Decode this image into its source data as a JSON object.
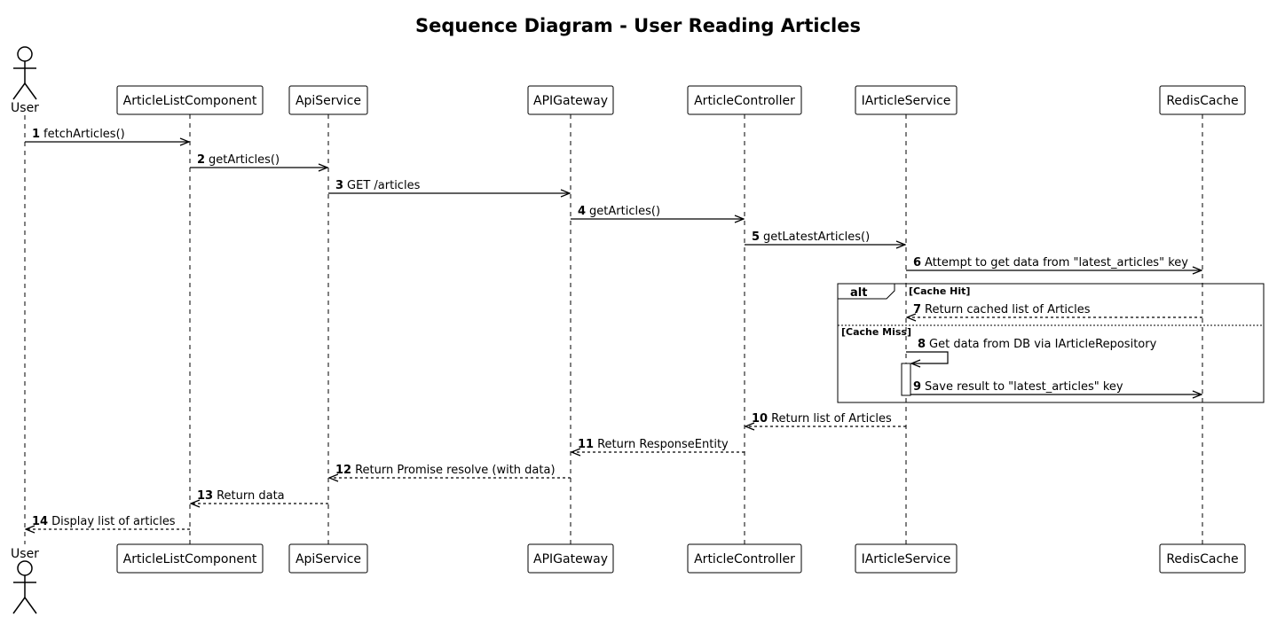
{
  "title": "Sequence Diagram - User Reading Articles",
  "participants": [
    {
      "id": "user",
      "name": "User",
      "kind": "actor"
    },
    {
      "id": "alc",
      "name": "ArticleListComponent",
      "kind": "participant"
    },
    {
      "id": "api",
      "name": "ApiService",
      "kind": "participant"
    },
    {
      "id": "gw",
      "name": "APIGateway",
      "kind": "participant"
    },
    {
      "id": "ctrl",
      "name": "ArticleController",
      "kind": "participant"
    },
    {
      "id": "svc",
      "name": "IArticleService",
      "kind": "participant"
    },
    {
      "id": "redis",
      "name": "RedisCache",
      "kind": "participant"
    }
  ],
  "messages": [
    {
      "num": "1",
      "label": "fetchArticles()",
      "from": "user",
      "to": "alc",
      "type": "sync"
    },
    {
      "num": "2",
      "label": "getArticles()",
      "from": "alc",
      "to": "api",
      "type": "sync"
    },
    {
      "num": "3",
      "label": "GET /articles",
      "from": "api",
      "to": "gw",
      "type": "sync"
    },
    {
      "num": "4",
      "label": "getArticles()",
      "from": "gw",
      "to": "ctrl",
      "type": "sync"
    },
    {
      "num": "5",
      "label": "getLatestArticles()",
      "from": "ctrl",
      "to": "svc",
      "type": "sync"
    },
    {
      "num": "6",
      "label": "Attempt to get data from \"latest_articles\" key",
      "from": "svc",
      "to": "redis",
      "type": "sync"
    },
    {
      "num": "7",
      "label": "Return cached list of Articles",
      "from": "redis",
      "to": "svc",
      "type": "return"
    },
    {
      "num": "8",
      "label": "Get data from DB via IArticleRepository",
      "from": "svc",
      "to": "svc",
      "type": "self"
    },
    {
      "num": "9",
      "label": "Save result to \"latest_articles\" key",
      "from": "svc",
      "to": "redis",
      "type": "sync"
    },
    {
      "num": "10",
      "label": "Return list of Articles",
      "from": "svc",
      "to": "ctrl",
      "type": "return"
    },
    {
      "num": "11",
      "label": "Return ResponseEntity",
      "from": "ctrl",
      "to": "gw",
      "type": "return"
    },
    {
      "num": "12",
      "label": "Return Promise resolve (with data)",
      "from": "gw",
      "to": "api",
      "type": "return"
    },
    {
      "num": "13",
      "label": "Return data",
      "from": "api",
      "to": "alc",
      "type": "return"
    },
    {
      "num": "14",
      "label": "Display list of articles",
      "from": "alc",
      "to": "user",
      "type": "return"
    }
  ],
  "fragment": {
    "keyword": "alt",
    "guards": [
      "[Cache Hit]",
      "[Cache Miss]"
    ]
  }
}
